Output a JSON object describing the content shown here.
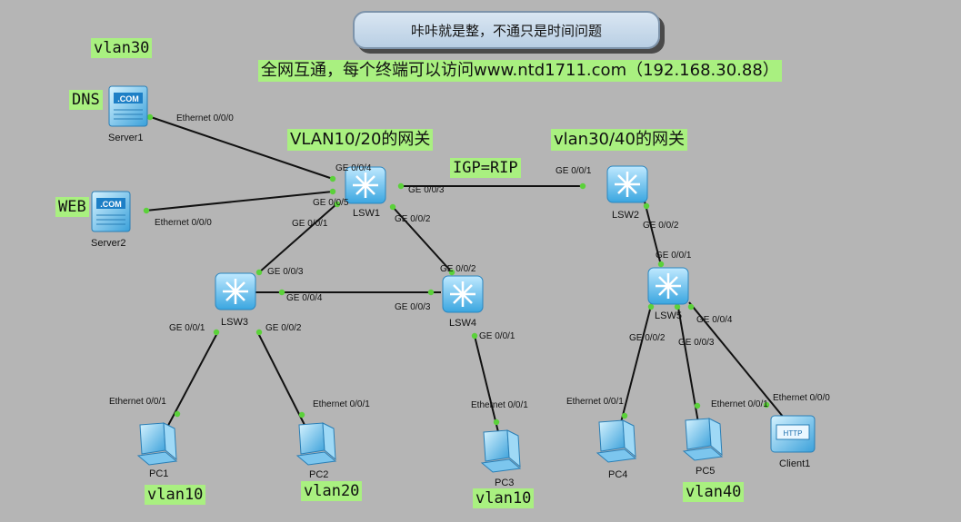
{
  "callout": {
    "text": "咔咔就是整，不通只是时间问题"
  },
  "annotations": {
    "vlan30_top": "vlan30",
    "goal": "全网互通，每个终端可以访问www.ntd1711.com（192.168.30.88）",
    "dns": "DNS",
    "web": "WEB",
    "gw_1020": "VLAN10/20的网关",
    "gw_3040": "vlan30/40的网关",
    "igp": "IGP=RIP",
    "pc1_vlan": "vlan10",
    "pc2_vlan": "vlan20",
    "pc3_vlan": "vlan10",
    "pc5_vlan": "vlan40"
  },
  "devices": {
    "server1": "Server1",
    "server2": "Server2",
    "lsw1": "LSW1",
    "lsw2": "LSW2",
    "lsw3": "LSW3",
    "lsw4": "LSW4",
    "lsw5": "LSW5",
    "pc1": "PC1",
    "pc2": "PC2",
    "pc3": "PC3",
    "pc4": "PC4",
    "pc5": "PC5",
    "client1": "Client1",
    "server_badge": ".COM",
    "client_badge": "HTTP"
  },
  "ports": {
    "s1_eth": "Ethernet 0/0/0",
    "lsw1_g4": "GE 0/0/4",
    "lsw1_g5": "GE 0/0/5",
    "lsw1_g3": "GE 0/0/3",
    "lsw1_g1": "GE 0/0/1",
    "lsw1_g2": "GE 0/0/2",
    "s2_eth": "Ethernet 0/0/0",
    "lsw2_g1": "GE 0/0/1",
    "lsw2_g2": "GE 0/0/2",
    "lsw5_g1": "GE 0/0/1",
    "lsw5_g2": "GE 0/0/2",
    "lsw5_g3": "GE 0/0/3",
    "lsw5_g4": "GE 0/0/4",
    "lsw3_g3": "GE 0/0/3",
    "lsw3_g4": "GE 0/0/4",
    "lsw3_g1": "GE 0/0/1",
    "lsw3_g2": "GE 0/0/2",
    "lsw4_g2": "GE 0/0/2",
    "lsw4_g3": "GE 0/0/3",
    "lsw4_g1": "GE 0/0/1",
    "pc1_eth": "Ethernet 0/0/1",
    "pc2_eth": "Ethernet 0/0/1",
    "pc3_eth": "Ethernet 0/0/1",
    "pc4_eth": "Ethernet 0/0/1",
    "pc5_eth": "Ethernet 0/0/1",
    "client1_eth": "Ethernet 0/0/0"
  },
  "colors": {
    "background": "#b5b5b5",
    "highlight": "#a9f080",
    "link": "#111111",
    "port_dot": "#5bd13a",
    "switch": "#5cc0f0"
  }
}
